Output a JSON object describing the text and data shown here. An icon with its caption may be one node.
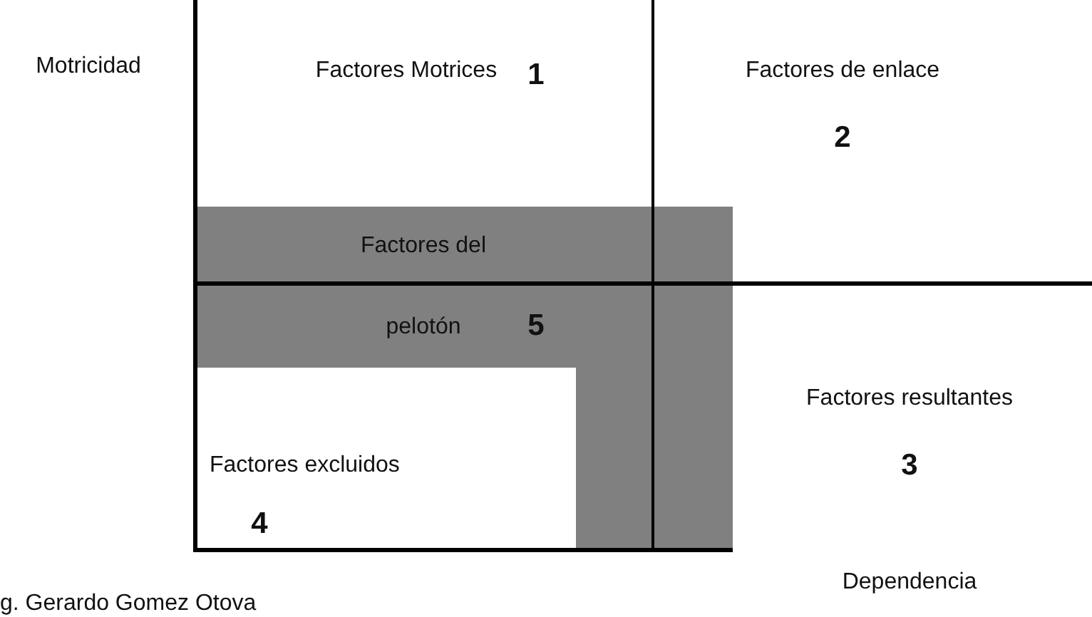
{
  "diagram": {
    "nodes": [
      {
        "text": [
          "Factores Motrices",
          "1"
        ]
      },
      {
        "text": [
          "Factores de enlace",
          "2"
        ]
      },
      {
        "text": [
          "Factores del pelotón",
          "5"
        ]
      },
      {
        "text": [
          "Factores resultantes",
          "3"
        ]
      },
      {
        "text": [
          "Factores excluidos",
          "4"
        ]
      }
    ],
    "labels": [
      "Motricidad",
      "Dependencia",
      "g. Gerardo Gomez Otova"
    ]
  }
}
